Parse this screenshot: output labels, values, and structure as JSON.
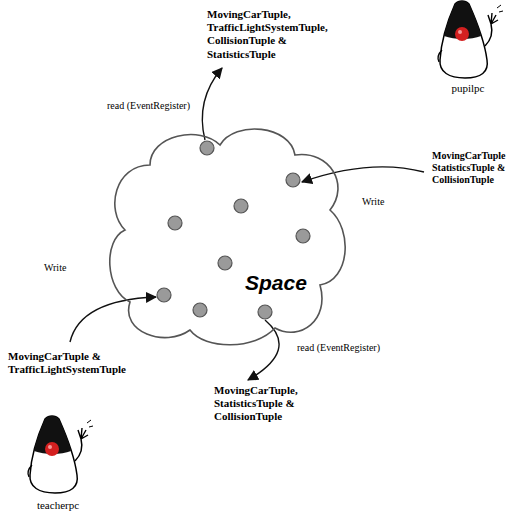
{
  "diagram": {
    "nodes": [
      {
        "text": [
          "Space"
        ]
      },
      {
        "text": [
          "pupilpc"
        ]
      },
      {
        "text": [
          "teacherpc"
        ]
      }
    ],
    "labels": [
      "MovingCarTuple, TrafficLightSystemTuple, CollisionTuple & StatisticsTuple",
      "read (EventRegister)",
      "MovingCarTuple StatisticsTuple & CollisionTuple",
      "Write",
      "Write",
      "MovingCarTuple & TrafficLightSystemTuple",
      "read (EventRegister)",
      "MovingCarTuple, StatisticsTuple & CollisionTuple"
    ]
  }
}
